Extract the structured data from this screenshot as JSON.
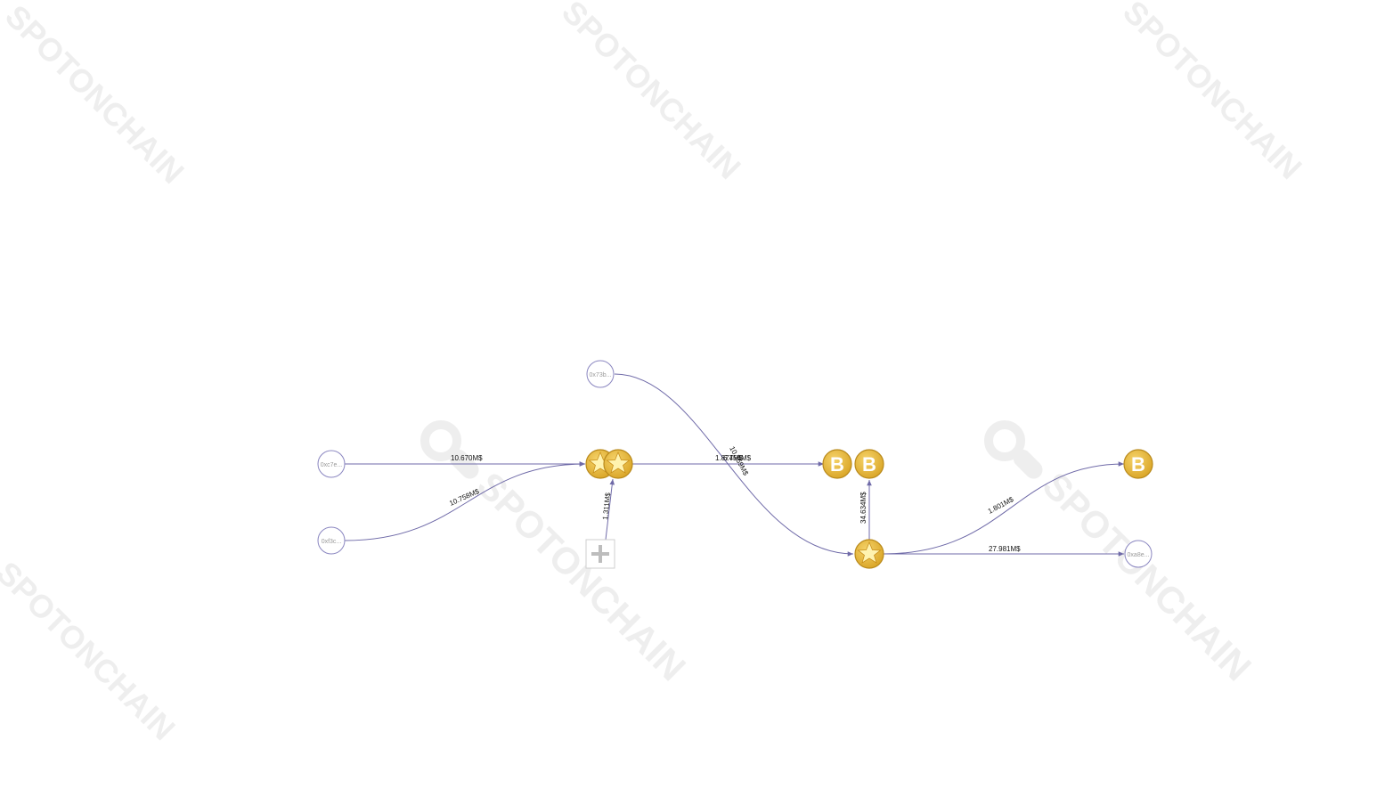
{
  "watermark": {
    "text": "SPOTONCHAIN",
    "color": "#ececec"
  },
  "colors": {
    "edge": "#6f6aa8",
    "node_outline": "#8a86c0",
    "coin_fill": "#e8b93a",
    "coin_stroke": "#b98a1c",
    "star_fill": "#f6d24a",
    "plus_stroke": "#c8c8c8"
  },
  "nodes": {
    "wallet_0xc7e": {
      "label": "0xc7e..."
    },
    "wallet_0xf3c": {
      "label": "0xf3c..."
    },
    "wallet_0x73b": {
      "label": "0x73b..."
    },
    "wallet_0xa8e": {
      "label": "0xa8e..."
    },
    "star_a": {
      "icon": "star-icon"
    },
    "star_b": {
      "icon": "star-icon"
    },
    "star_c": {
      "icon": "star-icon"
    },
    "exchange_b1": {
      "icon": "b-coin-icon",
      "letter": "B"
    },
    "exchange_b2": {
      "icon": "b-coin-icon",
      "letter": "B"
    },
    "exchange_b3": {
      "icon": "b-coin-icon",
      "letter": "B"
    },
    "unknown_plus": {
      "icon": "plus-icon"
    }
  },
  "edges": {
    "c7e_to_star": {
      "label": "10.670M$"
    },
    "f3c_to_star": {
      "label": "10.758M$"
    },
    "plus_to_star": {
      "label": "1.311M$"
    },
    "star_to_b1": {
      "label": "1.877M$"
    },
    "star_to_b1_overlap": {
      "label": "6.454M$"
    },
    "x73b_to_starc": {
      "label": "10.759M$"
    },
    "starc_to_b2": {
      "label": "34.634M$"
    },
    "starc_to_b3": {
      "label": "1.801M$"
    },
    "starc_to_a8e": {
      "label": "27.981M$"
    }
  }
}
